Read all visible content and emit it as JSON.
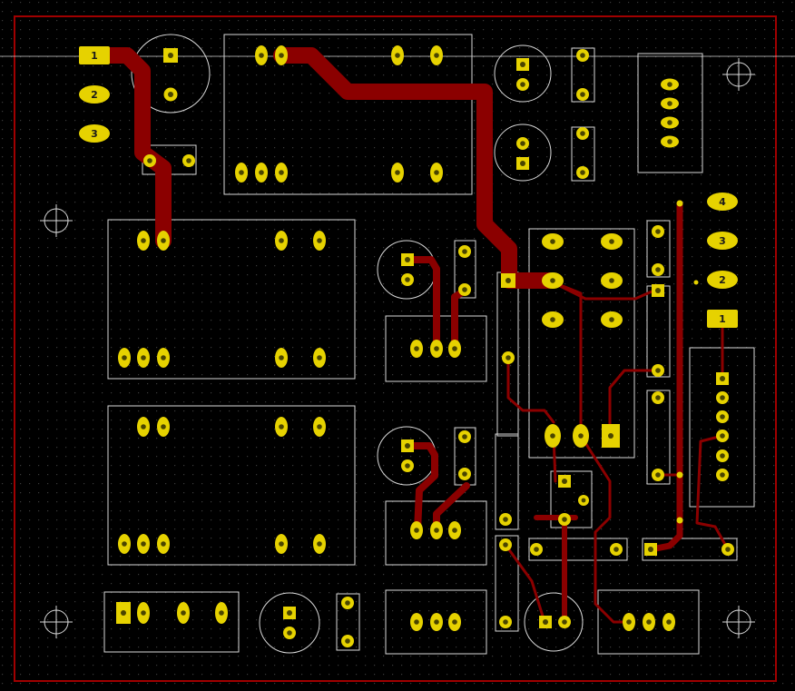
{
  "colors": {
    "background": "#000000",
    "grid_dot": "#3a3a3a",
    "board_outline": "#a00000",
    "copper": "#8b0000",
    "pad": "#e6d200",
    "pad_hole": "#4a4500",
    "silkscreen": "#d8d8d8",
    "label": "#1a1a1a"
  },
  "connectors": {
    "left": [
      "1",
      "2",
      "3"
    ],
    "right": [
      "4",
      "3",
      "2",
      "1"
    ]
  }
}
